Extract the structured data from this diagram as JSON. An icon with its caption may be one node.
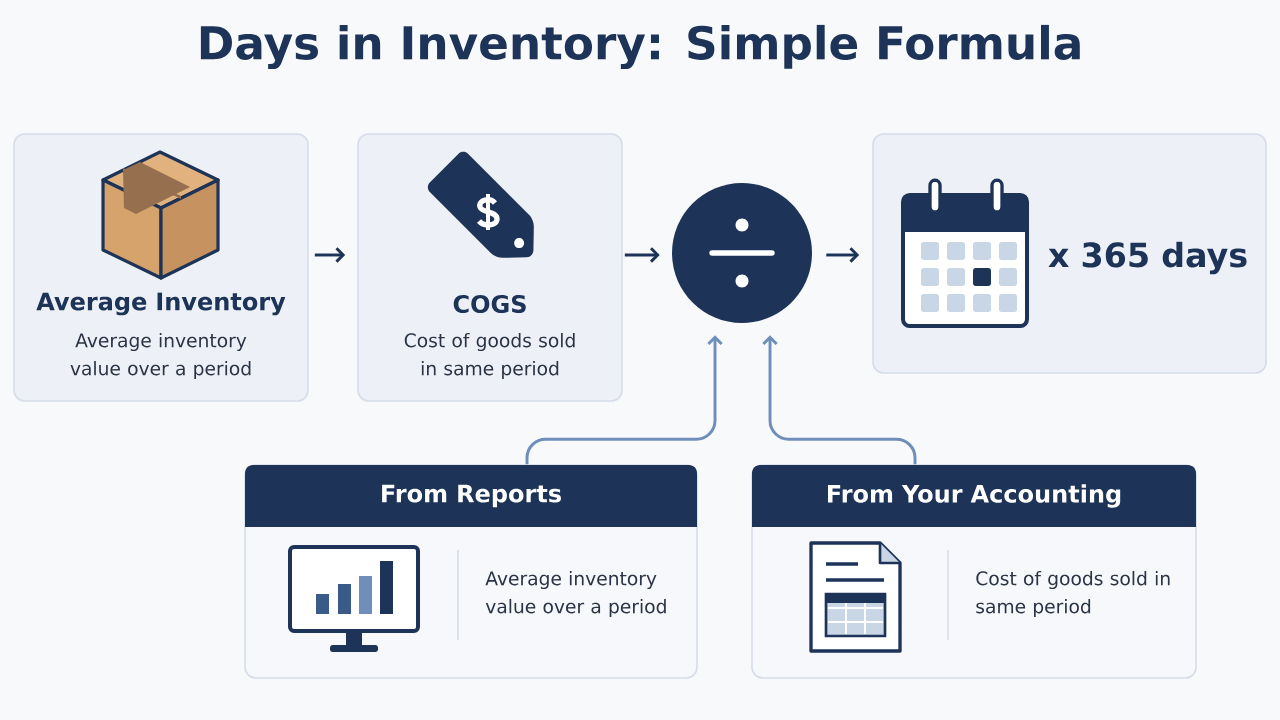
{
  "diagram": {
    "title": "Days in Inventory: Simple Formula",
    "nodes": [
      {
        "text": [
          "Average Inventory",
          "Average inventory value over a period"
        ]
      },
      {
        "text": [
          "COGS",
          "Cost of goods sold in same period"
        ]
      },
      {
        "text": [],
        "shape": "circle"
      },
      {
        "text": [
          "x 365 days"
        ]
      },
      {
        "text": [
          "From Reports",
          "Average inventory value over a period"
        ]
      },
      {
        "text": [
          "From Your Accounting",
          "Cost of goods sold in same period"
        ]
      }
    ],
    "edges": [
      {
        "from": 0,
        "to": 1,
        "arrow": "to"
      },
      {
        "from": 1,
        "to": 2,
        "arrow": "to"
      },
      {
        "from": 2,
        "to": 3,
        "arrow": "to"
      },
      {
        "from": 4,
        "to": 2,
        "arrow": "to",
        "color": "#6f8fba"
      },
      {
        "from": 5,
        "to": 2,
        "arrow": "to",
        "color": "#6f8fba"
      }
    ]
  }
}
